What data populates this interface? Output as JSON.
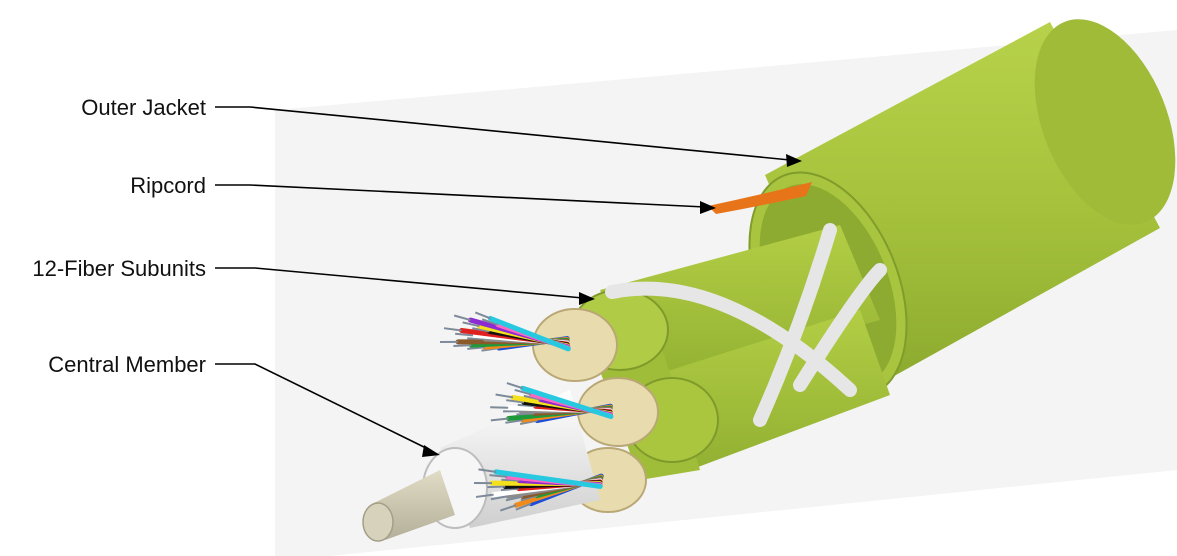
{
  "labels": {
    "outer_jacket": "Outer Jacket",
    "ripcord": "Ripcord",
    "subunits": "12-Fiber Subunits",
    "central_member": "Central Member"
  },
  "colors": {
    "jacket": "#a6c23c",
    "jacket_dark": "#7f9a2a",
    "ripcord": "#e8741a",
    "binder": "#e6e6e6",
    "aramid": "#e8dcae",
    "central_member": "#eeeeee",
    "central_rod": "#cfcbb5",
    "leader_line": "#000000"
  },
  "fiber_colors": [
    "#1c4fd8",
    "#f08a1c",
    "#1f9a3a",
    "#8a5a2b",
    "#8c8c8c",
    "#ffffff",
    "#e01f1f",
    "#111111",
    "#f5e01c",
    "#8b2bd1",
    "#ff66c4",
    "#26c9e0"
  ]
}
